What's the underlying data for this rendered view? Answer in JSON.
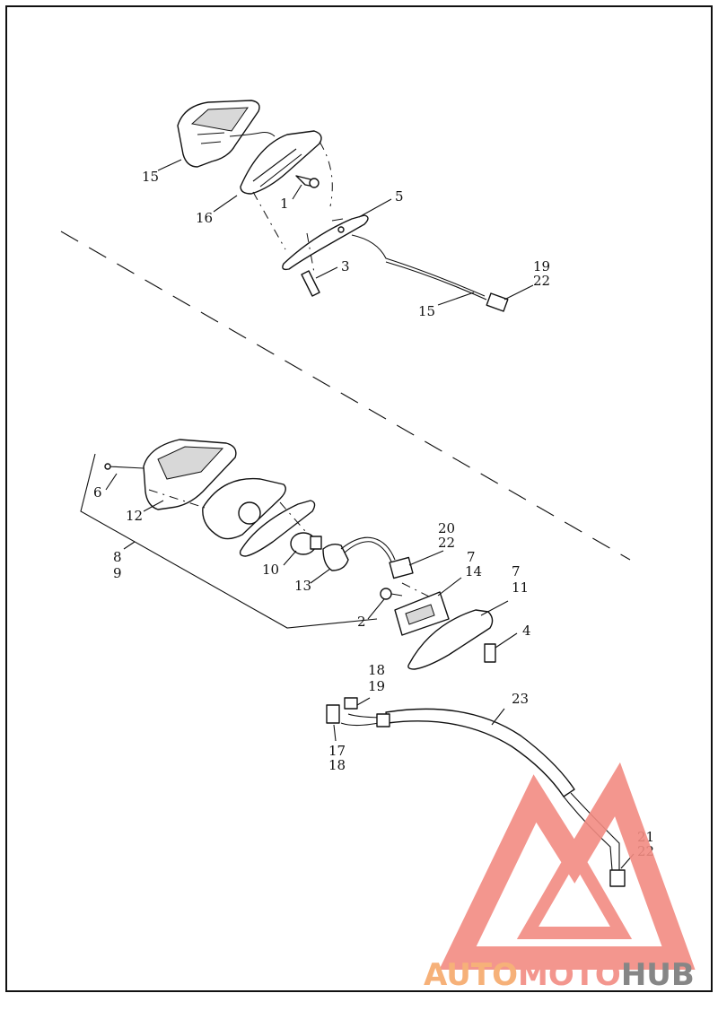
{
  "callouts": [
    {
      "id": "c15a",
      "text": "15"
    },
    {
      "id": "c16",
      "text": "16"
    },
    {
      "id": "c1",
      "text": "1"
    },
    {
      "id": "c5",
      "text": "5"
    },
    {
      "id": "c3",
      "text": "3"
    },
    {
      "id": "c19a",
      "text": "19"
    },
    {
      "id": "c22a",
      "text": "22"
    },
    {
      "id": "c15b",
      "text": "15"
    },
    {
      "id": "c6",
      "text": "6"
    },
    {
      "id": "c12",
      "text": "12"
    },
    {
      "id": "c8",
      "text": "8"
    },
    {
      "id": "c9",
      "text": "9"
    },
    {
      "id": "c10",
      "text": "10"
    },
    {
      "id": "c13",
      "text": "13"
    },
    {
      "id": "c20",
      "text": "20"
    },
    {
      "id": "c22b",
      "text": "22"
    },
    {
      "id": "c7a",
      "text": "7"
    },
    {
      "id": "c14",
      "text": "14"
    },
    {
      "id": "c7b",
      "text": "7"
    },
    {
      "id": "c11",
      "text": "11"
    },
    {
      "id": "c2",
      "text": "2"
    },
    {
      "id": "c4",
      "text": "4"
    },
    {
      "id": "c18a",
      "text": "18"
    },
    {
      "id": "c19b",
      "text": "19"
    },
    {
      "id": "c23",
      "text": "23"
    },
    {
      "id": "c17",
      "text": "17"
    },
    {
      "id": "c18b",
      "text": "18"
    },
    {
      "id": "c21",
      "text": "21"
    },
    {
      "id": "c22c",
      "text": "22"
    }
  ],
  "watermark": {
    "part1": "AUTO",
    "part2": "MOTO",
    "part3": "HUB",
    "color_primary": "#f28b82",
    "color_orange": "#f6a96b",
    "color_gray": "#7a7a7a"
  }
}
